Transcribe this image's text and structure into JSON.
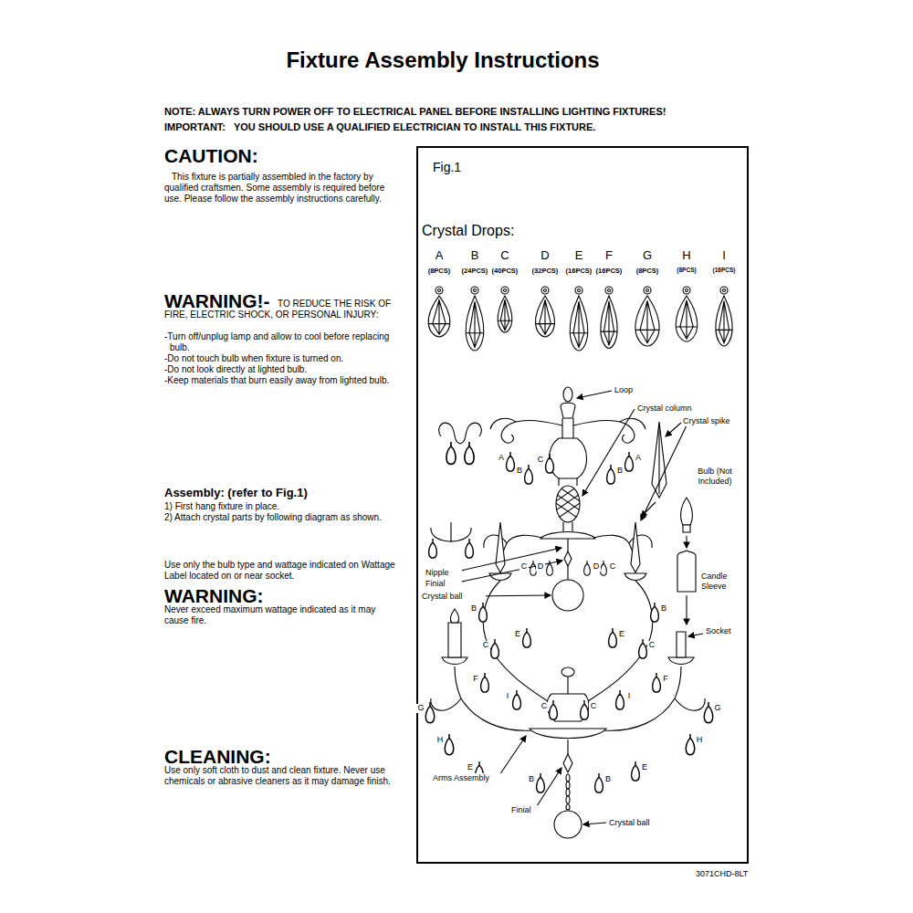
{
  "diagram": {
    "title": "Fixture Assembly Instructions",
    "nodes": [
      {
        "text": [
          "Fig.1"
        ]
      }
    ],
    "labels": [
      "NOTE: ALWAYS TURN POWER OFF TO ELECTRICAL PANEL BEFORE INSTALLING LIGHTING FIXTURES!",
      "IMPORTANT:   YOU SHOULD USE A QUALIFIED ELECTRICIAN TO INSTALL THIS FIXTURE.",
      "CAUTION:",
      "This fixture is partially assembled in the factory by qualified craftsmen. Some assembly is required before use. Please follow the assembly instructions carefully.",
      "WARNING!-",
      "TO REDUCE THE RISK OF FIRE, ELECTRIC SHOCK, OR PERSONAL INJURY:",
      "-Turn off/unplug lamp and allow to cool before replacing bulb.",
      "-Do not touch bulb when fixture is turned on.",
      "-Do not look directly at lighted bulb.",
      "-Keep materials that burn easily away from lighted bulb.",
      "Assembly: (refer to Fig.1)",
      "1) First hang fixture in place.",
      "2) Attach crystal parts by following diagram as shown.",
      "Use only the bulb type and wattage indicated on Wattage Label located on or near socket.",
      "WARNING:",
      "Never exceed maximum wattage indicated as it may cause fire.",
      "CLEANING:",
      "Use only soft cloth to dust and clean fixture. Never use chemicals or abrasive cleaners as it may damage finish.",
      "Crystal Drops:",
      "A",
      "B",
      "C",
      "D",
      "E",
      "F",
      "G",
      "H",
      "I",
      "(8PCS)",
      "(24PCS)",
      "(40PCS)",
      "(32PCS)",
      "(16PCS)",
      "(16PCS)",
      "(8PCS)",
      "(8PCS)",
      "(16PCS)",
      "Loop",
      "Crystal column",
      "Crystal spike",
      "Bulb (Not Included)",
      "Nipple",
      "Finial",
      "Crystal ball",
      "Candle Sleeve",
      "Socket",
      "Arms Assembly",
      "Finial",
      "Crystal ball",
      "3071CHD-8LT",
      "A",
      "B",
      "C",
      "B",
      "A",
      "C",
      "D",
      "D",
      "C",
      "B",
      "B",
      "E",
      "E",
      "C",
      "C",
      "F",
      "F",
      "I",
      "I",
      "C",
      "C",
      "G",
      "G",
      "H",
      "H",
      "E",
      "E",
      "B",
      "B"
    ]
  }
}
